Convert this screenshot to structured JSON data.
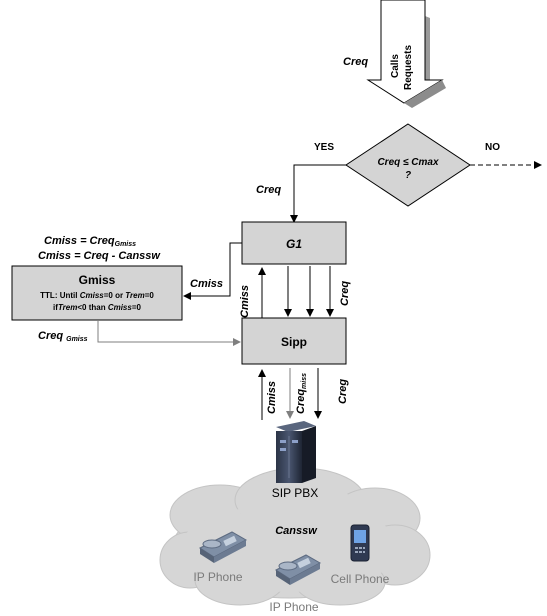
{
  "input_label": "Creq",
  "calls_requests": [
    "Calls",
    "Requests"
  ],
  "decision": {
    "condition": "Creq ≤ Cmax",
    "question": "?",
    "yes_label": "YES",
    "no_label": "NO"
  },
  "creq_to_g1_label": "Creq",
  "g1_label": "G1",
  "formula_1": {
    "lhs": "Cmiss = Creq",
    "sub": "Gmiss"
  },
  "formula_2": "Cmiss = Creq - Canssw",
  "gmiss": {
    "title": "Gmiss",
    "ttl_prefix": "TTL: Until ",
    "ttl_cmiss": "Cmiss",
    "ttl_mid": "=0 or ",
    "ttl_trem": "Trem",
    "ttl_end": "=0",
    "line2_prefix": "if",
    "line2_trem": "Trem",
    "line2_mid": "<0 than ",
    "line2_cmiss": "Cmiss",
    "line2_end": "=0"
  },
  "cmiss_to_gmiss_label": "Cmiss",
  "creq_gmiss_label": {
    "main": "Creq ",
    "sub": "Gmiss"
  },
  "g1_sipp_labels": {
    "left": "Cmiss",
    "right": "Creq"
  },
  "sipp_label": "Sipp",
  "sipp_pbx_labels": {
    "cmiss": "Cmiss",
    "creq_miss": {
      "main": "Creq",
      "sub": "miss"
    },
    "creg": "Creg"
  },
  "sip_pbx_label": "SIP PBX",
  "cloud": {
    "center_label": "Canssw",
    "devices": [
      {
        "label": "IP Phone",
        "icon": "desk-phone-icon"
      },
      {
        "label": "IP Phone",
        "icon": "desk-phone-icon"
      },
      {
        "label": "Cell Phone",
        "icon": "cell-phone-icon"
      }
    ]
  },
  "colors": {
    "box_fill": "#d4d4d4",
    "cloud_fill": "#d6d6d6",
    "arrow_gray": "#7f7f7f",
    "line": "#000000"
  }
}
